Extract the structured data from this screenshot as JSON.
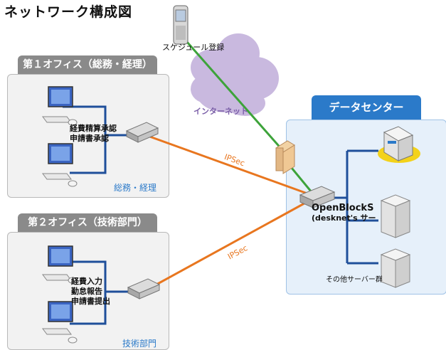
{
  "title": "ネットワーク構成図",
  "cloud": {
    "label": "インターネット",
    "phone_label": "スケジュール登録"
  },
  "office1": {
    "tab": "第１オフィス（総務・経理）",
    "task_lines": [
      "経費精算承認",
      "申請書承認"
    ],
    "dept": "総務・経理"
  },
  "office2": {
    "tab": "第２オフィス（技術部門）",
    "task_lines": [
      "経費入力",
      "勤怠報告",
      "申請書提出"
    ],
    "dept": "技術部門"
  },
  "vpn": {
    "label1": "IPSec",
    "label2": "IPSec"
  },
  "datacenter": {
    "tab": "データセンター",
    "openblocks_name": "OpenBlockS",
    "openblocks_sub": "(desknet's サー",
    "others": "その他サーバー群"
  },
  "colors": {
    "vpn_line": "#e8761f",
    "internet_line": "#3da33a",
    "lan_line": "#1f4f9a",
    "cloud": "#c9b9df",
    "accent": "#2b7ac9"
  }
}
